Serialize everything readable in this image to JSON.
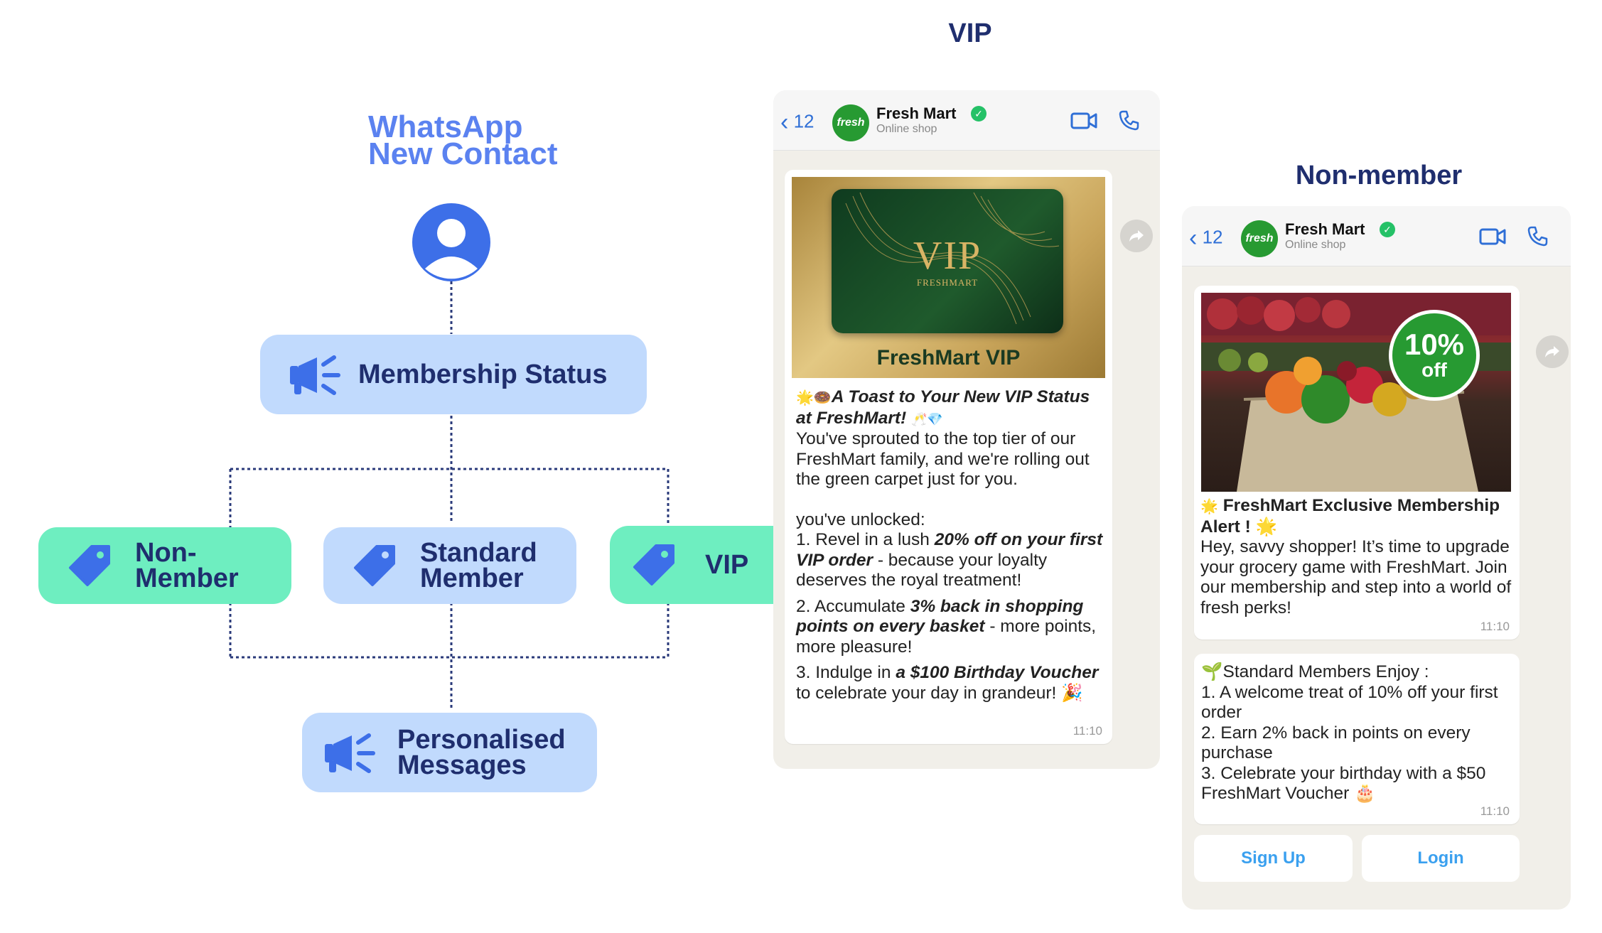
{
  "flow": {
    "heading_line1": "WhatsApp",
    "heading_line2": "New Contact",
    "membership_label": "Membership Status",
    "nonmember_line1": "Non-",
    "nonmember_line2": "Member",
    "standard_line1": "Standard",
    "standard_line2": "Member",
    "vip_label": "VIP",
    "personalised_line1": "Personalised",
    "personalised_line2": "Messages"
  },
  "vip_phone": {
    "title": "VIP",
    "back_count": "12",
    "contact_name": "Fresh Mart",
    "contact_sub": "Online shop",
    "logo_text": "fresh",
    "card_vip": "VIP",
    "card_brand": "FRESHMART",
    "card_caption": "FreshMart VIP",
    "headline_emoji": "🌟🍩",
    "headline": "A Toast to Your New VIP Status at FreshMart!",
    "headline_end_emoji": "🥂💎",
    "intro": "You've sprouted to the top tier of our FreshMart family, and we're rolling out the green carpet just for you.",
    "unlocked": "you've unlocked:",
    "item1_pre": "1. Revel in a lush ",
    "item1_bold": "20% off on your first VIP order",
    "item1_post": " - because your loyalty deserves the royal treatment!",
    "item2_pre": "2. Accumulate ",
    "item2_bold": "3% back in shopping points on every basket",
    "item2_post": " - more points, more pleasure!",
    "item3_pre": "3. Indulge in ",
    "item3_bold": "a $100 Birthday Voucher",
    "item3_post": " to celebrate your day in grandeur! 🎉",
    "time": "11:10"
  },
  "nonmember_phone": {
    "title": "Non-member",
    "back_count": "12",
    "contact_name": "Fresh Mart",
    "contact_sub": "Online shop",
    "logo_text": "fresh",
    "badge_pct": "10%",
    "badge_off": "off",
    "headline_emoji": "🌟",
    "headline": "FreshMart Exclusive Membership Alert ! 🌟",
    "body": "Hey, savvy shopper! It’s time to upgrade your grocery game with FreshMart. Join our membership and step into a world of fresh perks!",
    "time1": "11:10",
    "std_title": "🌱Standard Members Enjoy :",
    "std_item1": "1. A welcome treat of 10% off your first order",
    "std_item2": "2. Earn 2% back in points on every purchase",
    "std_item3": "3. Celebrate your birthday with a $50 FreshMart Voucher 🎂",
    "time2": "11:10",
    "signup_label": "Sign Up",
    "login_label": "Login"
  },
  "colors": {
    "node_blue": "#c1dafd",
    "node_green": "#6eeec0",
    "heading_blue": "#5b82f0",
    "icon_blue": "#3d6fe8",
    "navy": "#1f2e6e",
    "whatsapp_green": "#25c167",
    "brand_green": "#279a32"
  }
}
